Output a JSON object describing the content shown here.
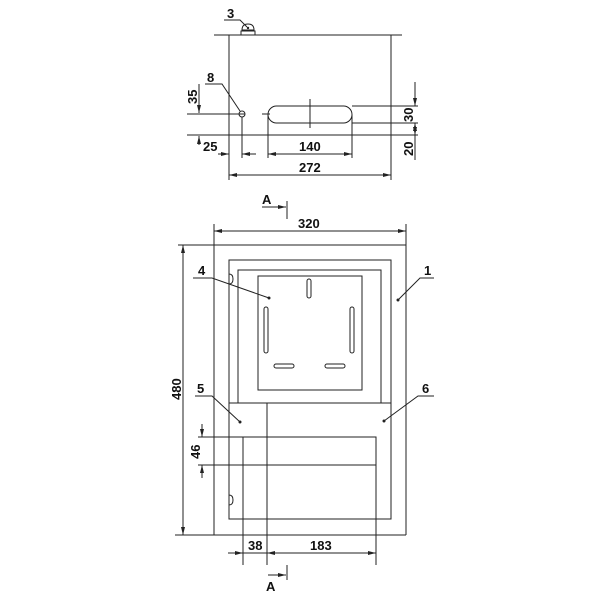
{
  "drawing": {
    "top_view": {
      "callouts": {
        "part3": "3",
        "part8": "8"
      },
      "dimensions": {
        "d35": "35",
        "d25": "25",
        "d140": "140",
        "d272": "272",
        "d30": "30",
        "d20": "20"
      }
    },
    "front_view": {
      "section_marks": {
        "top": "A",
        "bottom": "A"
      },
      "callouts": {
        "part1": "1",
        "part4": "4",
        "part5": "5",
        "part6": "6"
      },
      "dimensions": {
        "d320": "320",
        "d480": "480",
        "d46": "46",
        "d38": "38",
        "d183": "183"
      }
    }
  }
}
